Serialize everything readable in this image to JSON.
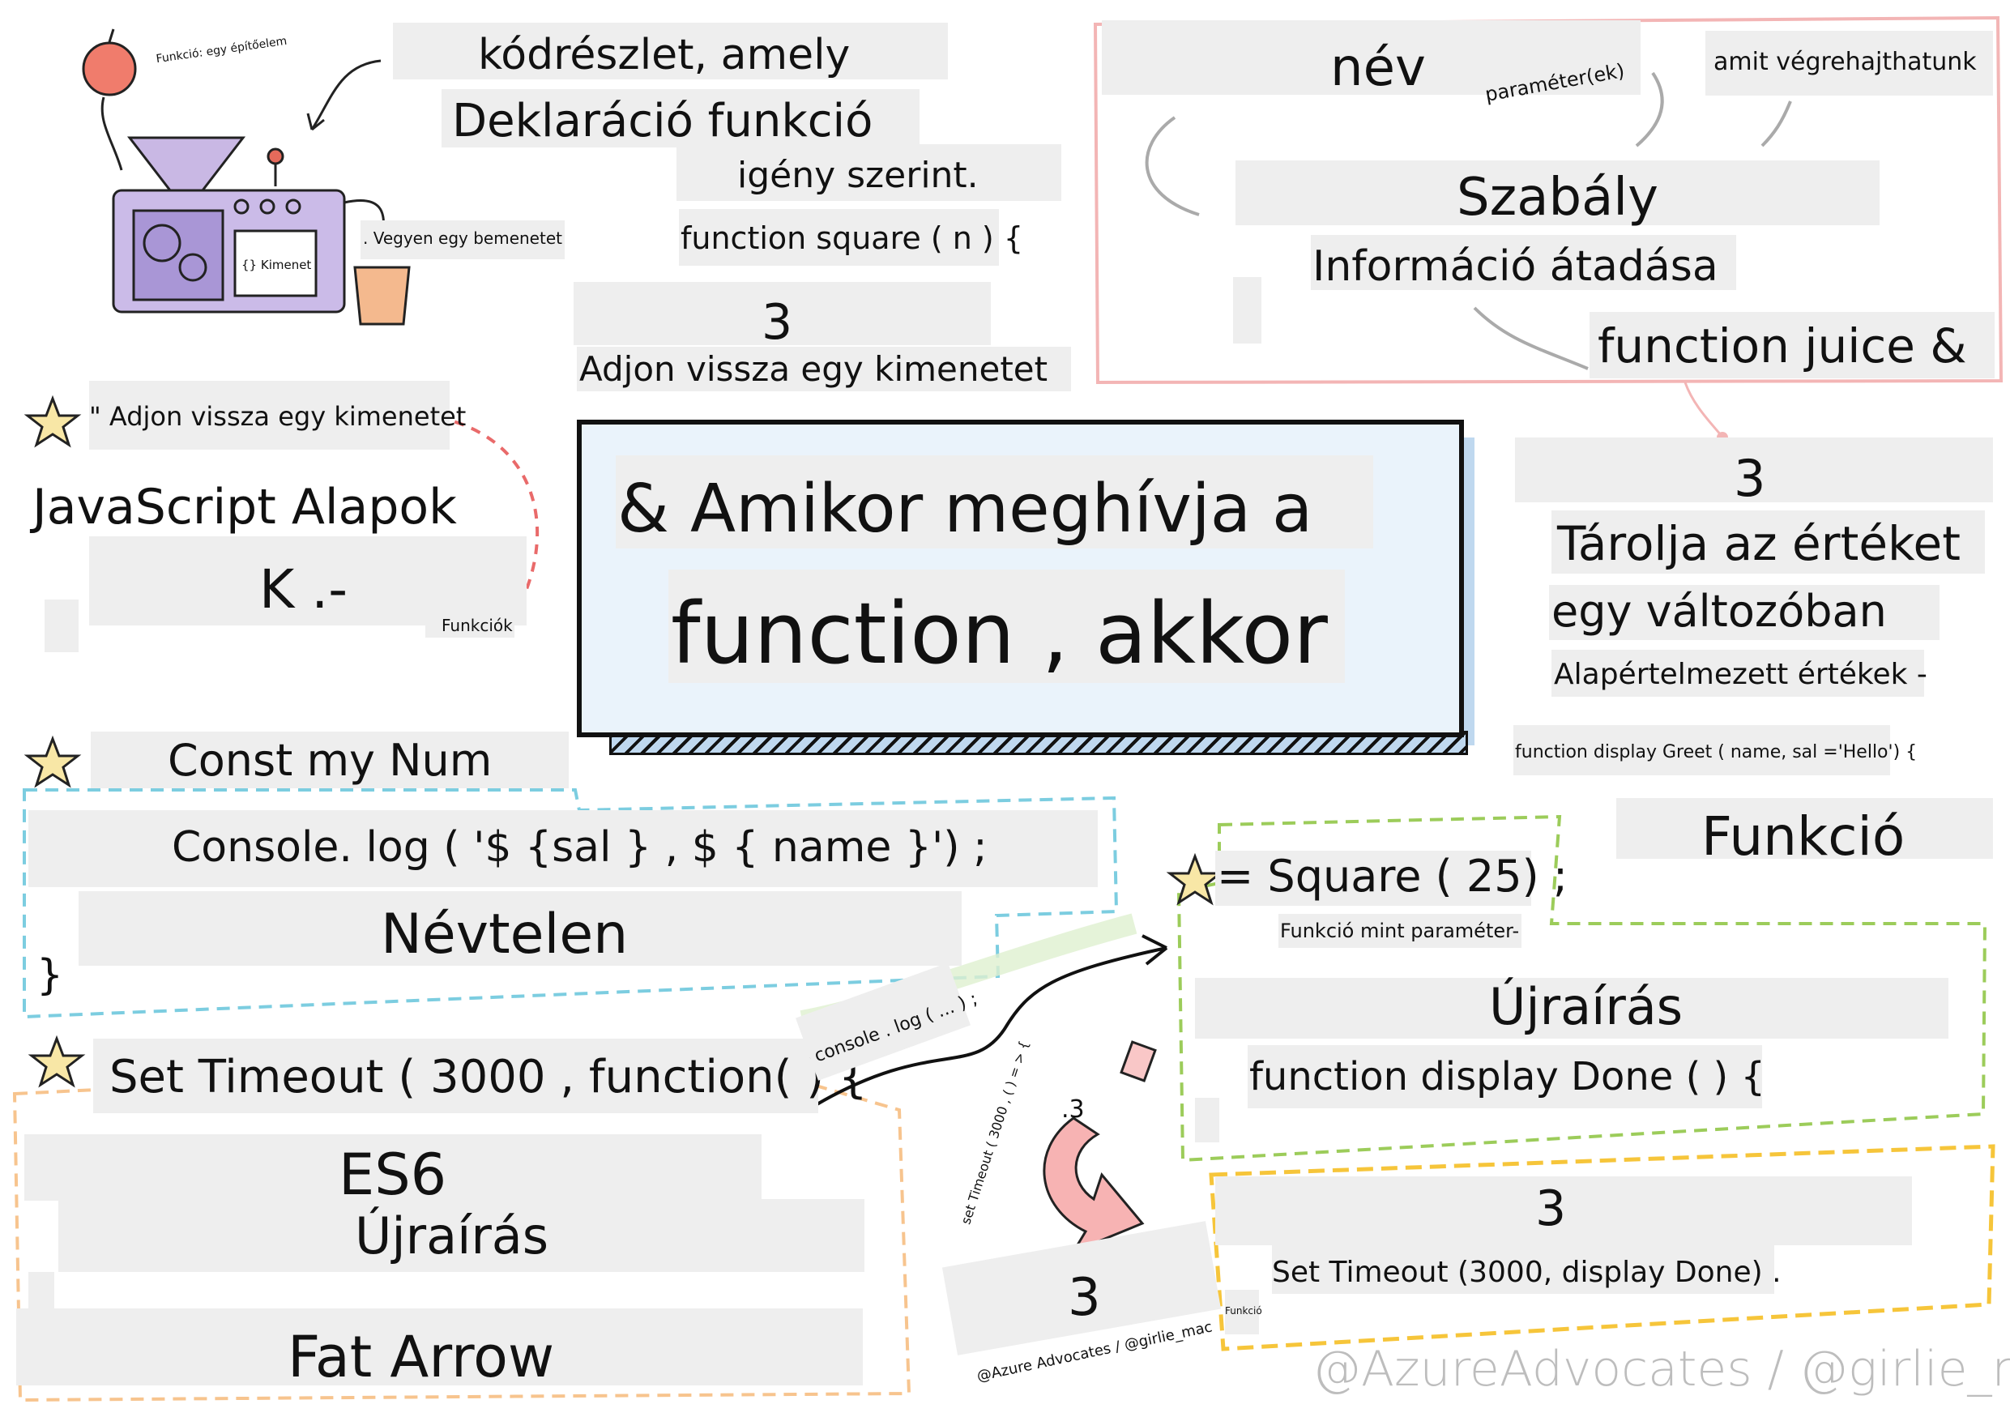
{
  "colors": {
    "pink_frame": "#f3b5b5",
    "blue_frame": "#7ccde0",
    "orange_frame": "#f7c48e",
    "green_frame": "#9ccc5a",
    "yellow_frame": "#f6c53a",
    "star_fill": "#f8e7a6",
    "gray_box": "#eeeeee",
    "center_card": "#eaf3fb"
  },
  "icons": [
    "apple-icon",
    "juicer-machine-icon",
    "juice-glass-icon",
    "star-icon",
    "arrow-icon",
    "curved-pink-arrow-icon"
  ],
  "machine": {
    "apple_label": "Funkció: egy építőelem",
    "input_label": ". Vegyen egy bemenetet",
    "output_label": "{} Kimenet"
  },
  "top_middle": {
    "snippet": "kódrészlet, amely",
    "declaration": "Deklaráció funkció",
    "on_demand": "igény szerint.",
    "code_square": "function square ( n ) {",
    "three": "3",
    "return_output": "Adjon vissza egy kimenetet"
  },
  "rule_panel": {
    "name": "név",
    "params": "paraméter(ek)",
    "executable": "amit végrehajthatunk",
    "rule": "Szabály",
    "info_pass": "Információ átadása",
    "code_juice": "function juice &"
  },
  "left_top": {
    "return_quote": "\" Adjon vissza egy kimenetet",
    "js_basics": "JavaScript Alapok",
    "k": "K .-",
    "functions": "Funkciók"
  },
  "center": {
    "line1": "& Amikor meghívja a",
    "line2": "function , akkor"
  },
  "right_middle": {
    "three": "3",
    "store_value": "Tárolja az értéket",
    "in_variable": "egy változóban",
    "defaults": "Alapértelmezett értékek -",
    "code_greet": "function display Greet ( name, sal ='Hello') {",
    "function_word": "Funkció"
  },
  "blue_box": {
    "const": "Const my Num",
    "console_log": "Console. log ( '$ {sal } , $ { name }') ;",
    "anonymous": "Névtelen",
    "brace": "}"
  },
  "green_box": {
    "square_call": "= Square ( 25) ;",
    "func_param": "Funkció mint paraméter-",
    "rewrite": "Újraírás",
    "code_done": "function display Done ( ) {"
  },
  "orange_box": {
    "timeout": "Set Timeout ( 3000 , function( ) {",
    "es6": "ES6",
    "rewrite": "Újraírás",
    "fat_arrow": "Fat Arrow"
  },
  "middle_bottom": {
    "console_log_small": "console . log ( ... ) ;",
    "timeout_arrow": "set Timeout ( 3000 , ( ) = > {",
    "three_a": ".3",
    "three_b": "3",
    "credit_small": "@Azure Advocates / @girlie_mac"
  },
  "yellow_box": {
    "three": "3",
    "timeout_done": "Set Timeout (3000, display Done) .",
    "func_small": "Funkció"
  },
  "signature": "@AzureAdvocates / @girlie_mac"
}
